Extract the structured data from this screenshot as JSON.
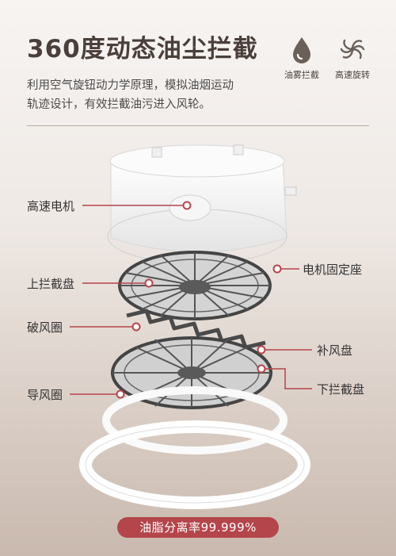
{
  "header": {
    "title": "360度动态油尘拦截",
    "desc_line1": "利用空气旋钮动力学原理，模拟油烟运动",
    "desc_line2": "轨迹设计，有效拦截油污进入风轮。"
  },
  "features": [
    {
      "label": "油雾拦截",
      "icon": "oil-drop-icon"
    },
    {
      "label": "高速旋转",
      "icon": "swirl-icon"
    }
  ],
  "parts": {
    "motor": "高速电机",
    "upper_disk": "上拦截盘",
    "breaker_ring": "破风圈",
    "guide_ring": "导风圈",
    "motor_mount": "电机固定座",
    "fill_disk": "补风盘",
    "lower_disk": "下拦截盘"
  },
  "badge": "油脂分离率99.999%",
  "colors": {
    "accent": "#b4454b",
    "title": "#4a3f3a"
  }
}
